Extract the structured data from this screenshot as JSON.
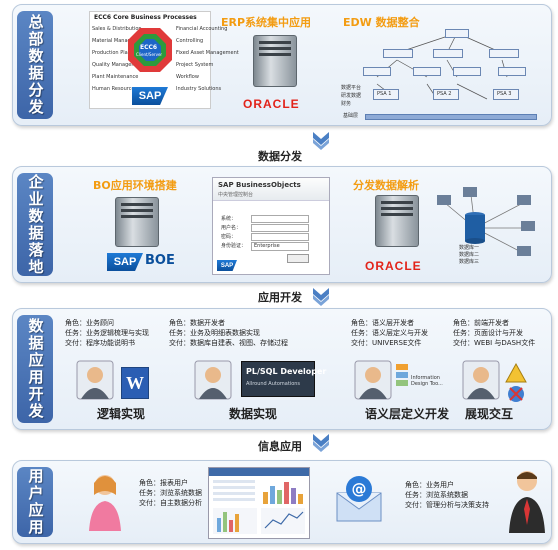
{
  "bands": [
    {
      "tab": "总部数据分发"
    },
    {
      "tab": "企业数据落地"
    },
    {
      "tab": "数据应用开发"
    },
    {
      "tab": "用户应用"
    }
  ],
  "arrows": [
    "数据分发",
    "应用开发",
    "信息应用"
  ],
  "band1": {
    "ecc_title": "ECC6 Core Business Processes",
    "ecc_left": [
      "Sales & Distribution",
      "Material Management",
      "Production Planning",
      "Quality Management",
      "Plant Maintenance",
      "Human Resources"
    ],
    "ecc_right": [
      "Financial Accounting",
      "Controlling",
      "Fixed Asset Management",
      "Project System",
      "Workflow",
      "Industry Solutions"
    ],
    "ecc_center": "ECC6",
    "ecc_center_sub": "Client/Server",
    "sap_logo": "SAP",
    "erp_title": "ERP系统集中应用",
    "oracle_logo": "ORACLE",
    "edw_title": "EDW 数据整合",
    "edw_side_labels": [
      "数据平台",
      "研发数据",
      "财务"
    ],
    "edw_pt_labels": [
      "PSA 1",
      "PSA 2",
      "PSA 3"
    ],
    "edw_bottom": "基础层"
  },
  "band2": {
    "bo_title": "BO应用环境搭建",
    "sap_logo": "SAP",
    "boe_text": "BOE",
    "login_title": "SAP BusinessObjects",
    "login_sub": "中央管理控制台",
    "login_labels": [
      "系统：",
      "用户名：",
      "密码：",
      "身份验证："
    ],
    "login_auth": "Enterprise",
    "login_sap": "SAP",
    "dist_title": "分发数据解析",
    "oracle_logo": "ORACLE",
    "db_labels": [
      "数据库一",
      "数据库二",
      "数据库三"
    ]
  },
  "band3": {
    "roles": [
      {
        "role": "角色：业务顾问",
        "task": "任务：业务逻辑梳理与实现",
        "deliver": "交付：程序功能说明书",
        "caption": "逻辑实现",
        "icon": "W"
      },
      {
        "role": "角色：数据开发者",
        "task": "任务：业务及明细表数据实现",
        "deliver": "交付：数据库自建表、视图、存储过程",
        "caption": "数据实现",
        "plsql_title": "PL/SQL Developer",
        "plsql_sub": "Allround Automations"
      },
      {
        "role": "角色：语义层开发者",
        "task": "任务：语义层定义与开发",
        "deliver": "交付：UNIVERSE文件",
        "caption": "语义层定义开发",
        "info_logo": "Information Design Too..."
      },
      {
        "role": "角色：前端开发者",
        "task": "任务：页面设计与开发",
        "deliver": "交付：WEBI 与DASH文件",
        "caption": "展现交互"
      }
    ]
  },
  "band4": {
    "users": [
      {
        "role": "角色：报表用户",
        "task": "任务：浏览系统数据",
        "deliver": "交付：自主数据分析"
      },
      {
        "role": "角色：业务用户",
        "task": "任务：浏览系统数据",
        "deliver": "交付：管理分析与决策支持"
      }
    ]
  },
  "colors": {
    "accent": "#3d65a8",
    "title_orange": "#f39c12",
    "oracle_red": "#e2231a",
    "arrow_blue": "#4a7fc4"
  }
}
